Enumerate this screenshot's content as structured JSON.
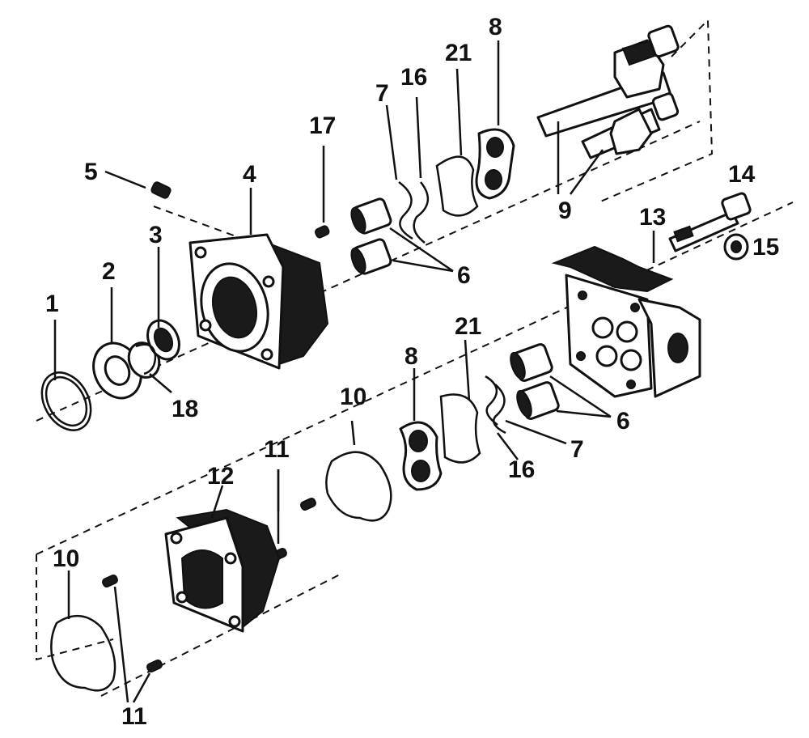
{
  "colors": {
    "ink": "#111111",
    "paper": "#ffffff"
  },
  "callouts": [
    {
      "id": "c1",
      "text": "1"
    },
    {
      "id": "c2",
      "text": "2"
    },
    {
      "id": "c3",
      "text": "3"
    },
    {
      "id": "c4",
      "text": "4"
    },
    {
      "id": "c5",
      "text": "5"
    },
    {
      "id": "c6a",
      "text": "6"
    },
    {
      "id": "c6b",
      "text": "6"
    },
    {
      "id": "c7a",
      "text": "7"
    },
    {
      "id": "c7b",
      "text": "7"
    },
    {
      "id": "c8a",
      "text": "8"
    },
    {
      "id": "c8b",
      "text": "8"
    },
    {
      "id": "c9",
      "text": "9"
    },
    {
      "id": "c10a",
      "text": "10"
    },
    {
      "id": "c10b",
      "text": "10"
    },
    {
      "id": "c11a",
      "text": "11"
    },
    {
      "id": "c11b",
      "text": "11"
    },
    {
      "id": "c12",
      "text": "12"
    },
    {
      "id": "c13",
      "text": "13"
    },
    {
      "id": "c14",
      "text": "14"
    },
    {
      "id": "c15",
      "text": "15"
    },
    {
      "id": "c16a",
      "text": "16"
    },
    {
      "id": "c16b",
      "text": "16"
    },
    {
      "id": "c17",
      "text": "17"
    },
    {
      "id": "c18",
      "text": "18"
    },
    {
      "id": "c21a",
      "text": "21"
    },
    {
      "id": "c21b",
      "text": "21"
    }
  ]
}
